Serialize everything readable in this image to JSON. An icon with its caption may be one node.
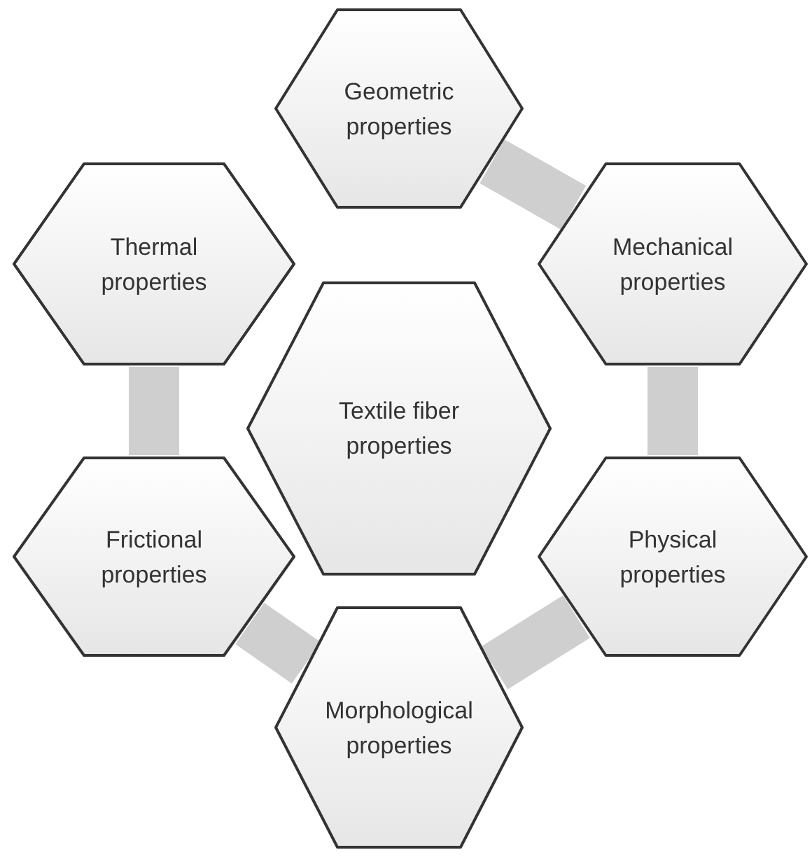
{
  "diagram": {
    "nodes": [
      {
        "text": [
          "Geometric properties"
        ]
      },
      {
        "text": [
          "Thermal properties"
        ]
      },
      {
        "text": [
          "Mechanical properties"
        ]
      },
      {
        "text": [
          "Textile fiber properties"
        ]
      },
      {
        "text": [
          "Frictional properties"
        ]
      },
      {
        "text": [
          "Physical properties"
        ]
      },
      {
        "text": [
          "Morphological properties"
        ]
      }
    ],
    "edges": [
      {
        "from": 0,
        "to": 2,
        "arrow": "none"
      },
      {
        "from": 2,
        "to": 5,
        "arrow": "none"
      },
      {
        "from": 5,
        "to": 6,
        "arrow": "none"
      },
      {
        "from": 6,
        "to": 4,
        "arrow": "none"
      },
      {
        "from": 4,
        "to": 1,
        "arrow": "none"
      }
    ]
  }
}
